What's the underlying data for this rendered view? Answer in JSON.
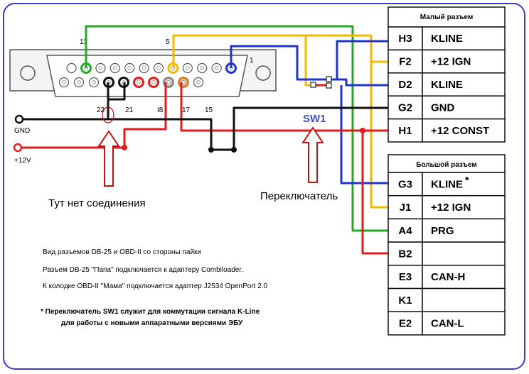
{
  "db25": {
    "pin_numbers": {
      "p11": "11",
      "p5": "5",
      "p1": "1",
      "p22": "22",
      "p21": "21",
      "p18": "I8",
      "p17": "17",
      "p15": "15"
    }
  },
  "power": {
    "gnd_label": "GND",
    "v12_label": "+12V"
  },
  "switch": {
    "label": "SW1"
  },
  "small_connector": {
    "title": "Малый разъем",
    "rows": [
      {
        "pin": "H3",
        "signal": "KLINE"
      },
      {
        "pin": "F2",
        "signal": "+12 IGN"
      },
      {
        "pin": "D2",
        "signal": "KLINE"
      },
      {
        "pin": "G2",
        "signal": "GND"
      },
      {
        "pin": "H1",
        "signal": "+12 CONST"
      }
    ]
  },
  "large_connector": {
    "title": "Большой разъем",
    "rows": [
      {
        "pin": "G3",
        "signal": "KLINE",
        "mark": "*"
      },
      {
        "pin": "J1",
        "signal": "+12 IGN"
      },
      {
        "pin": "A4",
        "signal": "PRG"
      },
      {
        "pin": "B2",
        "signal": ""
      },
      {
        "pin": "E3",
        "signal": "CAN-H"
      },
      {
        "pin": "K1",
        "signal": ""
      },
      {
        "pin": "E2",
        "signal": "CAN-L"
      }
    ]
  },
  "annotations": {
    "no_connection": "Тут нет соединения",
    "switch_label": "Переключатель"
  },
  "notes": {
    "line1": "Вид разъемов DB-25 и OBD-II со стороны пайки",
    "line2": "Разъем DB-25 \"Папа\" подключается к адаптеру Combiloader.",
    "line3": "К колодке OBD-II \"Мама\" подключается адаптер J2534 OpenPort 2.0",
    "footnote1": "* Переключатель SW1 служит для коммутации сигнала K-Line",
    "footnote2": "для работы с новыми аппаратными версиями ЭБУ"
  },
  "colors": {
    "frame": "#3a3acf",
    "wire_green": "#22aa22",
    "wire_yellow": "#f5b800",
    "wire_blue": "#2233cc",
    "wire_red": "#e21c1c",
    "wire_black": "#111111",
    "arrow_red": "#c41010"
  }
}
